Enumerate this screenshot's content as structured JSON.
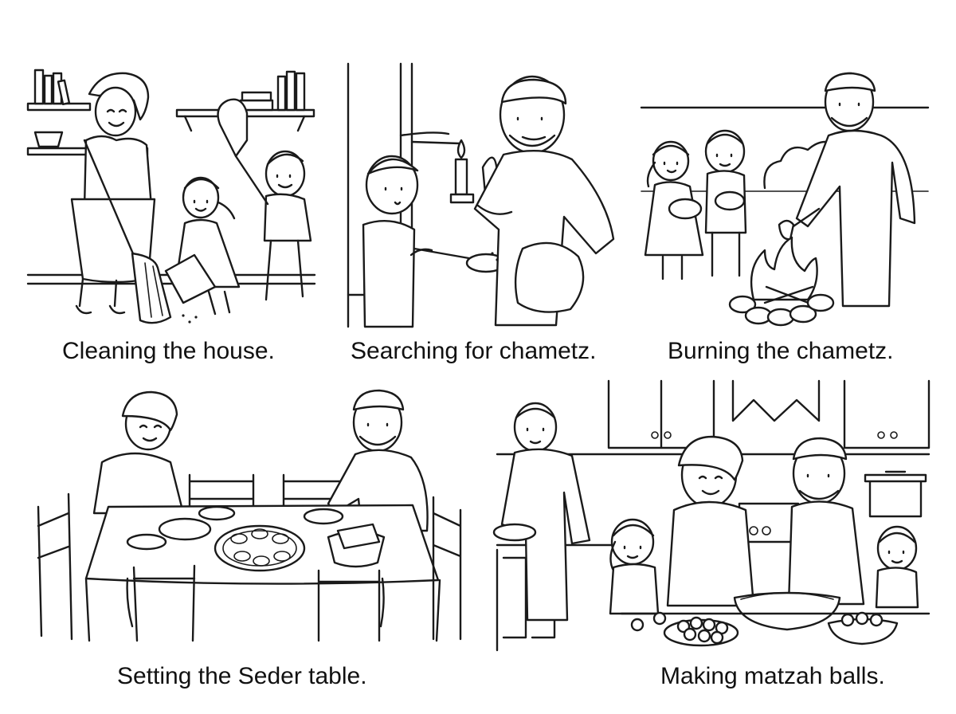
{
  "panels": [
    {
      "caption": "Cleaning the house."
    },
    {
      "caption": "Searching for chametz."
    },
    {
      "caption": "Burning the chametz."
    },
    {
      "caption": "Setting the Seder table."
    },
    {
      "caption": "Making matzah balls."
    }
  ],
  "colors": {
    "ink": "#1a1a1a",
    "background": "#ffffff"
  }
}
